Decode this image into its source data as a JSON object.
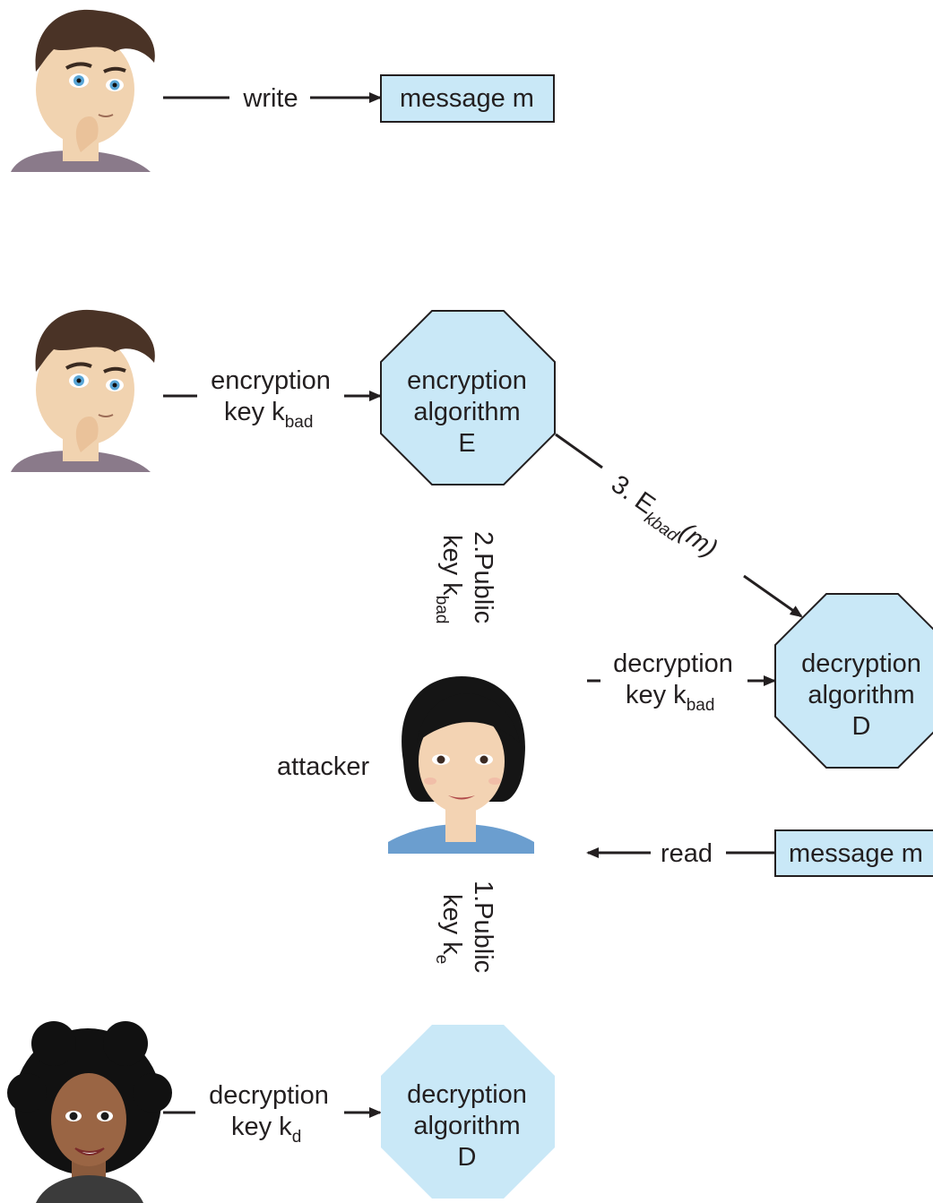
{
  "sender": {
    "write_label": "write",
    "message_box": "message m",
    "enc_key_label_1": "encryption",
    "enc_key_label_2": "key k",
    "enc_key_sub": "bad",
    "enc_algo_1": "encryption",
    "enc_algo_2": "algorithm",
    "enc_algo_3": "E"
  },
  "transmission": {
    "step3_prefix": "3. E",
    "step3_sub": "kbad",
    "step3_suffix": "(m)",
    "step2_line1": "2.Public",
    "step2_line2": "key k",
    "step2_sub": "bad",
    "step1_line1": "1.Public",
    "step1_line2": "key k",
    "step1_sub": "e"
  },
  "attacker": {
    "label": "attacker",
    "dec_key_label_1": "decryption",
    "dec_key_label_2": "key k",
    "dec_key_sub": "bad",
    "dec_algo_1": "decryption",
    "dec_algo_2": "algorithm",
    "dec_algo_3": "D",
    "read_label": "read",
    "message_box": "message m"
  },
  "receiver": {
    "dec_key_label_1": "decryption",
    "dec_key_label_2": "key k",
    "dec_key_sub": "d",
    "dec_algo_1": "decryption",
    "dec_algo_2": "algorithm",
    "dec_algo_3": "D"
  },
  "colors": {
    "shape_fill": "#c9e8f7",
    "ink": "#231f20"
  }
}
